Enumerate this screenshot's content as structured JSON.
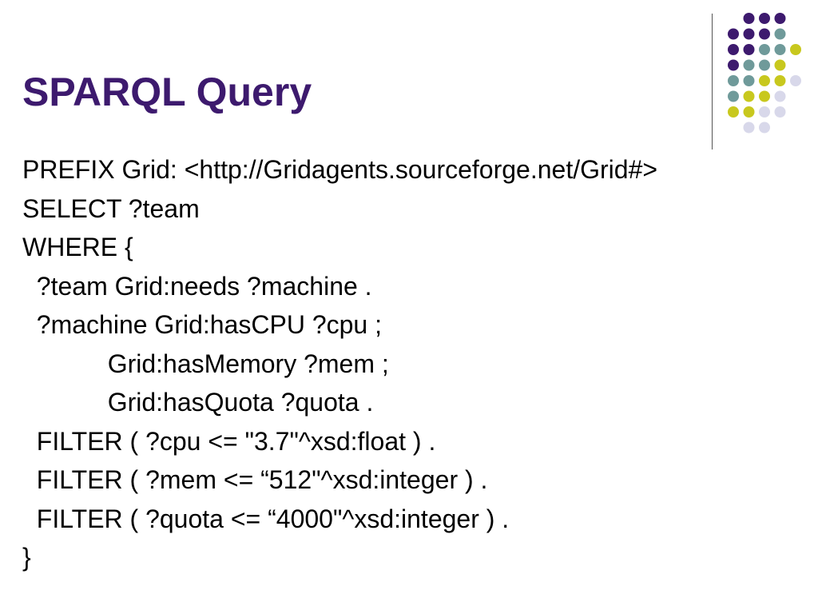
{
  "slide": {
    "title": "SPARQL Query",
    "lines": [
      "PREFIX Grid: <http://Gridagents.sourceforge.net/Grid#>",
      "SELECT ?team",
      "WHERE {",
      "  ?team Grid:needs ?machine .",
      "  ?machine Grid:hasCPU ?cpu ;",
      "            Grid:hasMemory ?mem ;",
      "            Grid:hasQuota ?quota .",
      "  FILTER ( ?cpu <= \"3.7\"^xsd:float ) .",
      "  FILTER ( ?mem <= “512\"^xsd:integer ) .",
      "  FILTER ( ?quota <= “4000\"^xsd:integer ) .",
      "}"
    ]
  },
  "decoration": {
    "dot_rows": [
      [
        "purple",
        "purple",
        "purple"
      ],
      [
        "purple",
        "purple",
        "purple",
        "teal"
      ],
      [
        "purple",
        "purple",
        "teal",
        "teal",
        "olive"
      ],
      [
        "purple",
        "teal",
        "teal",
        "olive"
      ],
      [
        "teal",
        "teal",
        "olive",
        "olive",
        "lavender"
      ],
      [
        "teal",
        "olive",
        "olive",
        "lavender"
      ],
      [
        "olive",
        "olive",
        "lavender",
        "lavender"
      ],
      [
        "lavender",
        "lavender"
      ]
    ],
    "colors": {
      "purple": "#3d1a6e",
      "teal": "#6f9a9a",
      "olive": "#c8c81e",
      "lavender": "#d8d8ea",
      "title": "#3d1a6e",
      "divider": "#555555"
    }
  }
}
